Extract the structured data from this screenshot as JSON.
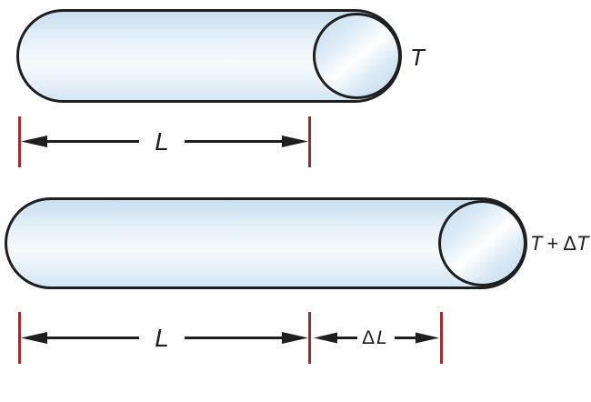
{
  "diagram": {
    "background": "#ffffff",
    "colors": {
      "outline": "#1f1f1f",
      "extent_tick": "#a12b2e",
      "rod_blue": "#c8dff0",
      "rod_highlight": "#f6fafd"
    },
    "rod_initial": {
      "temperature": "T",
      "length": "L"
    },
    "rod_heated": {
      "temperature_t": "T",
      "temperature_plus": "+",
      "temperature_delta": "Δ",
      "temperature_t2": "T",
      "length": "L",
      "delta_symbol": "Δ",
      "delta_length": "L"
    }
  }
}
